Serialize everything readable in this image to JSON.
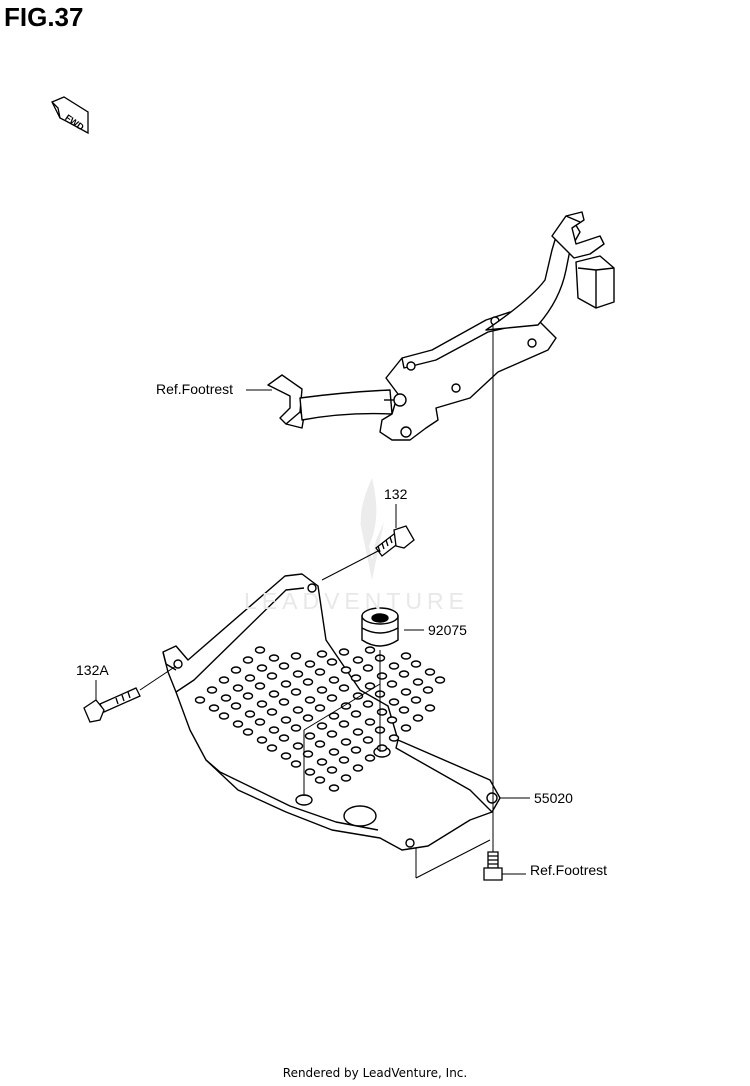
{
  "figure": {
    "title": "FIG.37"
  },
  "fwd_arrow": {
    "text": "FWD",
    "icon": "fwd-arrow-icon"
  },
  "callouts": {
    "ref_footrest_top": "Ref.Footrest",
    "part_132": "132",
    "part_92075": "92075",
    "part_132A": "132A",
    "part_55020": "55020",
    "ref_footrest_bottom": "Ref.Footrest"
  },
  "watermark": {
    "text": "LEADVENTURE"
  },
  "footer": {
    "text": "Rendered by LeadVenture, Inc."
  }
}
